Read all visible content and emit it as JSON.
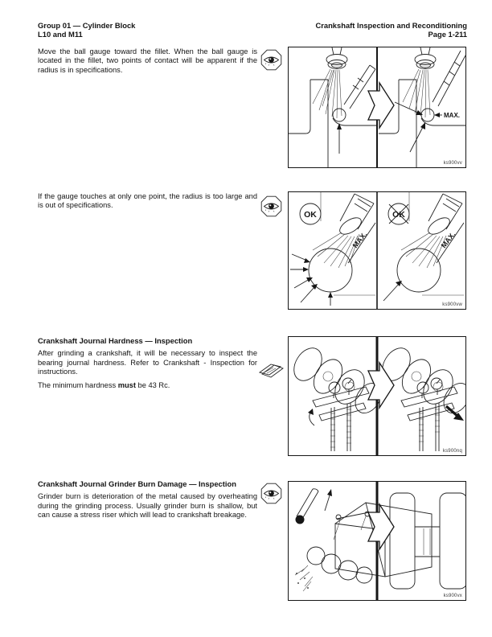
{
  "colors": {
    "text": "#141414",
    "line_art": "#222222",
    "background": "#ffffff"
  },
  "header": {
    "left": [
      "Group 01 — Cylinder Block",
      "L10 and M11"
    ],
    "right": [
      "Crankshaft Inspection and Reconditioning",
      "Page 1-211"
    ]
  },
  "sections": [
    {
      "heading": "",
      "paragraphs": [
        "Move the ball gauge toward the fillet. When the ball gauge is located in the fillet, two points of contact will be apparent if the radius is in specifications."
      ],
      "margin_icon": "eye-inspect-icon",
      "figure": {
        "caption": "ks900vv",
        "label_max": "MAX."
      }
    },
    {
      "heading": "",
      "paragraphs": [
        "If the gauge touches at only one point, the radius is too large and is out of specifications."
      ],
      "margin_icon": "eye-inspect-icon",
      "figure": {
        "caption": "ks900vw",
        "label_max": "MAX.",
        "label_ok": "OK"
      }
    },
    {
      "heading": "Crankshaft Journal Hardness — Inspection",
      "paragraphs": [
        "After grinding a crankshaft, it will be necessary to inspect the bearing journal hardness. Refer to Crankshaft - Inspection for instructions."
      ],
      "hardness_prefix": "The minimum hardness ",
      "hardness_bold": "must",
      "hardness_suffix": " be 43 Rc.",
      "margin_icon": "feeler-gauge-icon",
      "figure": {
        "caption": "ks900nq"
      }
    },
    {
      "heading": "Crankshaft Journal Grinder Burn Damage — Inspection",
      "paragraphs": [
        "Grinder burn is deterioration of the metal caused by overheating during the grinding process. Usually grinder burn is shallow, but can cause a stress riser which will lead to crankshaft breakage."
      ],
      "margin_icon": "eye-inspect-icon",
      "figure": {
        "caption": "ks900vx"
      }
    }
  ]
}
